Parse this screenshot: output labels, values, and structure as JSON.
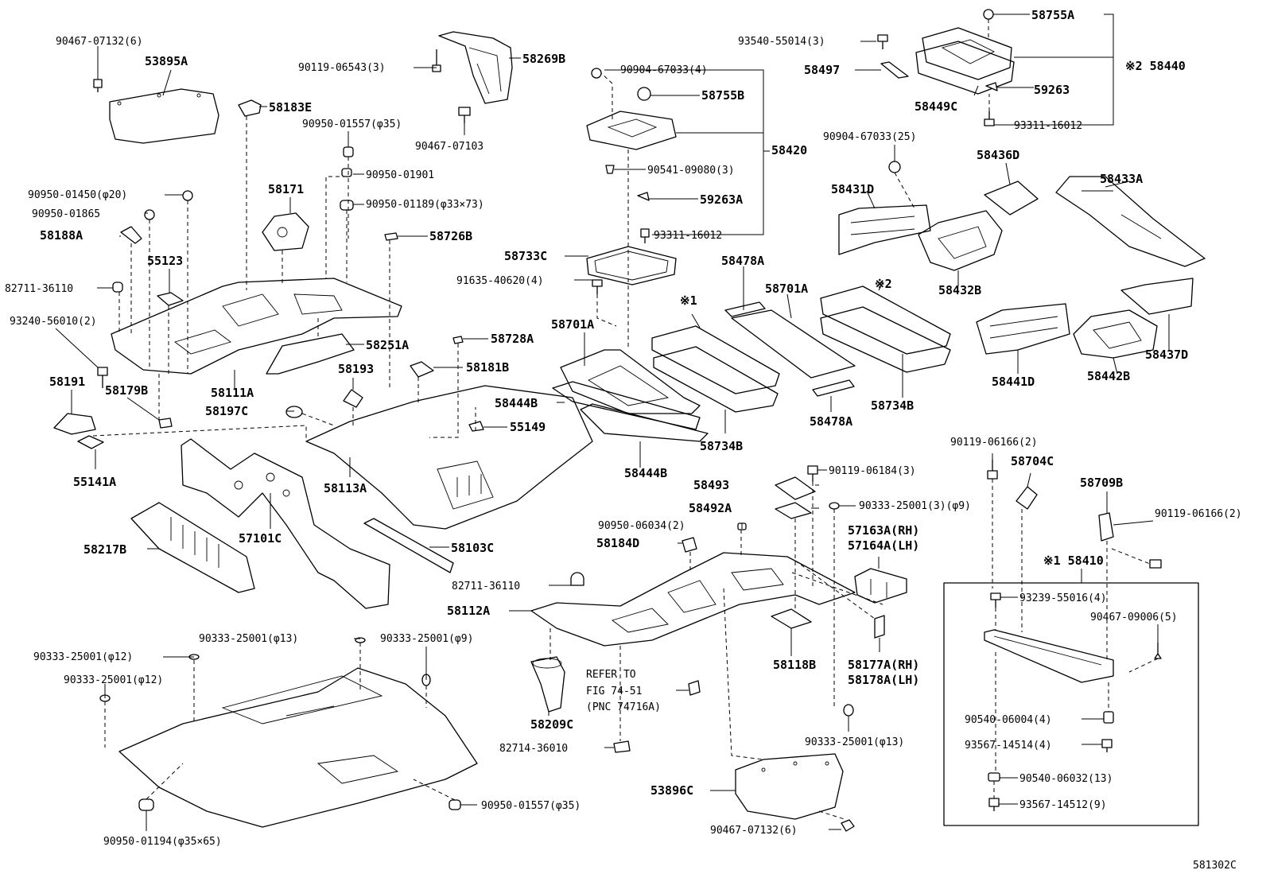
{
  "diagram": {
    "figure_code": "581302C",
    "labels": [
      {
        "id": "l1",
        "text": "90467-07132(6)"
      },
      {
        "id": "l2",
        "text": "53895A"
      },
      {
        "id": "l3",
        "text": "90119-06543(3)"
      },
      {
        "id": "l4",
        "text": "58269B"
      },
      {
        "id": "l5",
        "text": "90467-07103"
      },
      {
        "id": "l6",
        "text": "58183E"
      },
      {
        "id": "l7",
        "text": "90950-01557(φ35)"
      },
      {
        "id": "l8",
        "text": "90950-01901"
      },
      {
        "id": "l9",
        "text": "58171"
      },
      {
        "id": "l10",
        "text": "90950-01189(φ33×73)"
      },
      {
        "id": "l11",
        "text": "90950-01450(φ20)"
      },
      {
        "id": "l12",
        "text": "90950-01865"
      },
      {
        "id": "l13",
        "text": "58188A"
      },
      {
        "id": "l14",
        "text": "55123"
      },
      {
        "id": "l15",
        "text": "58726B"
      },
      {
        "id": "l16",
        "text": "82711-36110"
      },
      {
        "id": "l17",
        "text": "93240-56010(2)"
      },
      {
        "id": "l18",
        "text": "58251A"
      },
      {
        "id": "l19",
        "text": "58191"
      },
      {
        "id": "l20",
        "text": "58179B"
      },
      {
        "id": "l21",
        "text": "58111A"
      },
      {
        "id": "l22",
        "text": "58193"
      },
      {
        "id": "l23",
        "text": "58197C"
      },
      {
        "id": "l24",
        "text": "58181B"
      },
      {
        "id": "l25",
        "text": "58728A"
      },
      {
        "id": "l26",
        "text": "55149"
      },
      {
        "id": "l27",
        "text": "55141A"
      },
      {
        "id": "l28",
        "text": "58113A"
      },
      {
        "id": "l29",
        "text": "57101C"
      },
      {
        "id": "l30",
        "text": "58217B"
      },
      {
        "id": "l31",
        "text": "58103C"
      },
      {
        "id": "l32",
        "text": "90904-67033(4)"
      },
      {
        "id": "l33",
        "text": "58755B"
      },
      {
        "id": "l34",
        "text": "58420"
      },
      {
        "id": "l35",
        "text": "90541-09080(3)"
      },
      {
        "id": "l36",
        "text": "59263A"
      },
      {
        "id": "l37",
        "text": "93311-16012"
      },
      {
        "id": "l38",
        "text": "58733C"
      },
      {
        "id": "l39",
        "text": "91635-40620(4)"
      },
      {
        "id": "l40",
        "text": "58701A"
      },
      {
        "id": "l41",
        "text": "58444B"
      },
      {
        "id": "l42",
        "text": "58444B"
      },
      {
        "id": "l43",
        "text": "※1"
      },
      {
        "id": "l44",
        "text": "58734B"
      },
      {
        "id": "l45",
        "text": "58478A"
      },
      {
        "id": "l46",
        "text": "58701A"
      },
      {
        "id": "l47",
        "text": "58478A"
      },
      {
        "id": "l48",
        "text": "※2"
      },
      {
        "id": "l49",
        "text": "58734B"
      },
      {
        "id": "l50",
        "text": "93540-55014(3)"
      },
      {
        "id": "l51",
        "text": "58497"
      },
      {
        "id": "l52",
        "text": "58755A"
      },
      {
        "id": "l53",
        "text": "※2 58440"
      },
      {
        "id": "l54",
        "text": "58449C"
      },
      {
        "id": "l55",
        "text": "59263"
      },
      {
        "id": "l56",
        "text": "93311-16012"
      },
      {
        "id": "l57",
        "text": "90904-67033(25)"
      },
      {
        "id": "l58",
        "text": "58436D"
      },
      {
        "id": "l59",
        "text": "58433A"
      },
      {
        "id": "l60",
        "text": "58431D"
      },
      {
        "id": "l61",
        "text": "58432B"
      },
      {
        "id": "l62",
        "text": "58441D"
      },
      {
        "id": "l63",
        "text": "58442B"
      },
      {
        "id": "l64",
        "text": "58437D"
      },
      {
        "id": "l65",
        "text": "90119-06166(2)"
      },
      {
        "id": "l66",
        "text": "90119-06184(3)"
      },
      {
        "id": "l67",
        "text": "58704C"
      },
      {
        "id": "l68",
        "text": "58709B"
      },
      {
        "id": "l69",
        "text": "58493"
      },
      {
        "id": "l70",
        "text": "58492A"
      },
      {
        "id": "l71",
        "text": "90333-25001(3)(φ9)"
      },
      {
        "id": "l72",
        "text": "90119-06166(2)"
      },
      {
        "id": "l73",
        "text": "90950-06034(2)"
      },
      {
        "id": "l74",
        "text": "57163A(RH)"
      },
      {
        "id": "l75",
        "text": "57164A(LH)"
      },
      {
        "id": "l76",
        "text": "58184D"
      },
      {
        "id": "l77",
        "text": "※1 58410"
      },
      {
        "id": "l78",
        "text": "82711-36110"
      },
      {
        "id": "l79",
        "text": "93239-55016(4)"
      },
      {
        "id": "l80",
        "text": "90467-09006(5)"
      },
      {
        "id": "l81",
        "text": "58112A"
      },
      {
        "id": "l82",
        "text": "58118B"
      },
      {
        "id": "l83",
        "text": "58177A(RH)"
      },
      {
        "id": "l84",
        "text": "58178A(LH)"
      },
      {
        "id": "l85",
        "text": "REFER TO"
      },
      {
        "id": "l86",
        "text": "FIG 74-51"
      },
      {
        "id": "l87",
        "text": "(PNC 74716A)"
      },
      {
        "id": "l88",
        "text": "58209C"
      },
      {
        "id": "l89",
        "text": "82714-36010"
      },
      {
        "id": "l90",
        "text": "90333-25001(φ13)"
      },
      {
        "id": "l91",
        "text": "90333-25001(φ9)"
      },
      {
        "id": "l92",
        "text": "90333-25001(φ12)"
      },
      {
        "id": "l93",
        "text": "90333-25001(φ12)"
      },
      {
        "id": "l94",
        "text": "90333-25001(φ13)"
      },
      {
        "id": "l95",
        "text": "90540-06004(4)"
      },
      {
        "id": "l96",
        "text": "93567-14514(4)"
      },
      {
        "id": "l97",
        "text": "90540-06032(13)"
      },
      {
        "id": "l98",
        "text": "93567-14512(9)"
      },
      {
        "id": "l99",
        "text": "53896C"
      },
      {
        "id": "l100",
        "text": "90467-07132(6)"
      },
      {
        "id": "l101",
        "text": "90950-01557(φ35)"
      },
      {
        "id": "l102",
        "text": "90950-01194(φ35×65)"
      }
    ]
  }
}
